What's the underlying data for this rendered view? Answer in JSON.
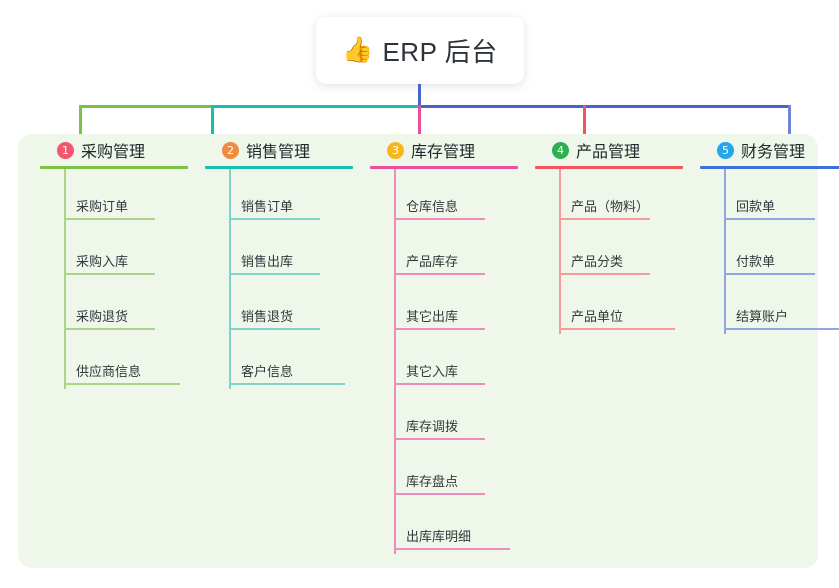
{
  "diagram": {
    "type": "mind-map",
    "root": {
      "icon": "thumbs-up-icon",
      "icon_glyph": "👍",
      "title": "ERP 后台"
    },
    "panel_background": "#eef7e9",
    "bus_colors": {
      "green": "#7cc045",
      "teal": "#16bfae",
      "blue": "#4a63c8"
    },
    "columns": [
      {
        "number": "1",
        "title": "采购管理",
        "badge_color": "#f5566e",
        "line_color": "#7cc045",
        "leaf_line_color": "#a9d48a",
        "items": [
          "采购订单",
          "采购入库",
          "采购退货",
          "供应商信息"
        ]
      },
      {
        "number": "2",
        "title": "销售管理",
        "badge_color": "#f08a3c",
        "line_color": "#16bfae",
        "leaf_line_color": "#7fd4ca",
        "items": [
          "销售订单",
          "销售出库",
          "销售退货",
          "客户信息"
        ]
      },
      {
        "number": "3",
        "title": "库存管理",
        "badge_color": "#f5b820",
        "line_color": "#ea4f9b",
        "leaf_line_color": "#ef8cbe",
        "items": [
          "仓库信息",
          "产品库存",
          "其它出库",
          "其它入库",
          "库存调拨",
          "库存盘点",
          "出库库明细"
        ]
      },
      {
        "number": "4",
        "title": "产品管理",
        "badge_color": "#2fae52",
        "line_color": "#f5535a",
        "leaf_line_color": "#f79a9d",
        "items": [
          "产品（物料）",
          "产品分类",
          "产品单位"
        ]
      },
      {
        "number": "5",
        "title": "财务管理",
        "badge_color": "#24a6e8",
        "line_color": "#3f6fd8",
        "leaf_line_color": "#8fa9e0",
        "items": [
          "回款单",
          "付款单",
          "结算账户"
        ]
      }
    ]
  }
}
